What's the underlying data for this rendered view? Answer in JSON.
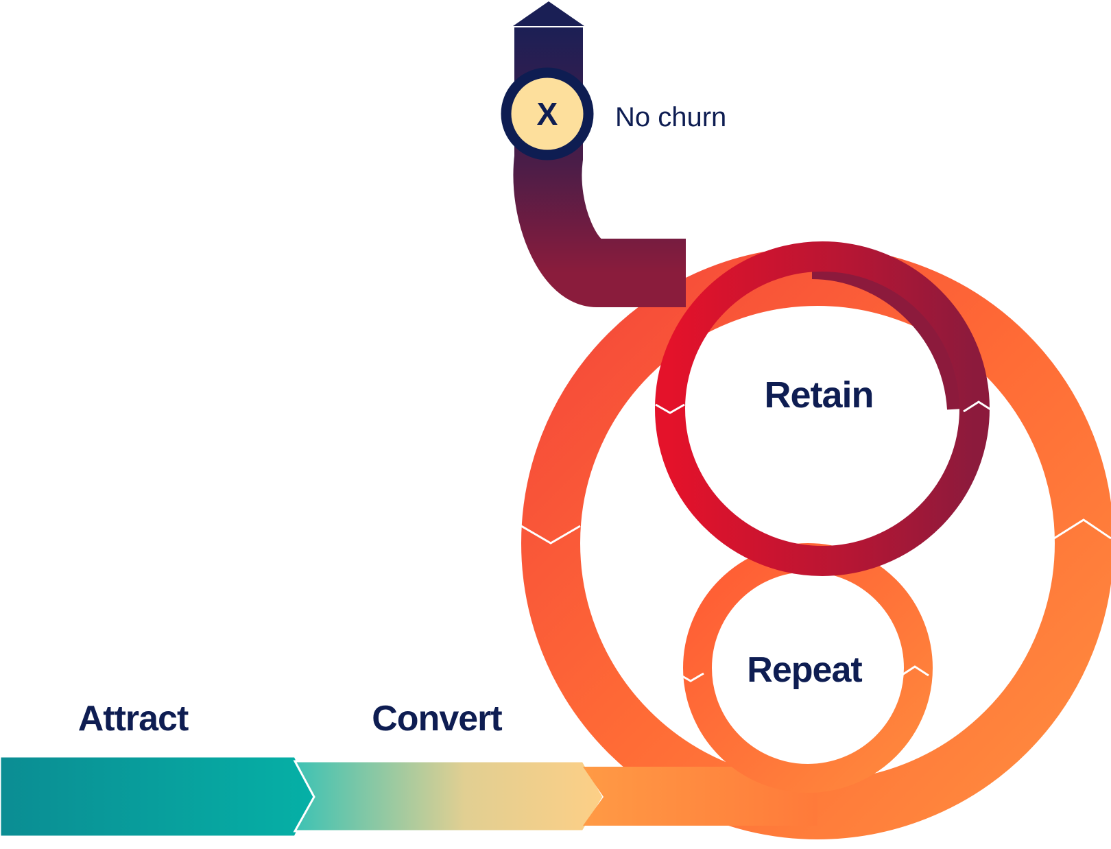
{
  "stages": {
    "attract": "Attract",
    "convert": "Convert",
    "retain": "Retain",
    "repeat": "Repeat"
  },
  "churn": {
    "label": "No churn",
    "mark": "X"
  },
  "colors": {
    "label_text": "#0e1d52",
    "attract_teal": "#0b9aa0",
    "convert_start": "#3cc2b4",
    "convert_end": "#fdd08a",
    "outer_loop_orange": "#ff6a35",
    "retain_red": "#d81e2a",
    "churn_navy": "#1a1f55",
    "x_badge_fill": "#fddf9c"
  }
}
